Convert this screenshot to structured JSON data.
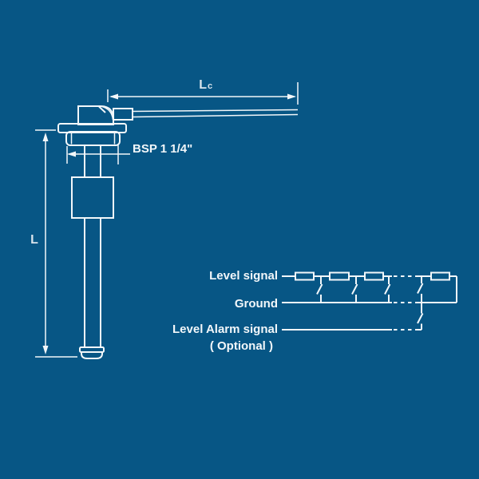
{
  "colors": {
    "background": "#075685",
    "line": "#f2f7fa",
    "dim_text": "#d9e4ec"
  },
  "labels": {
    "length_dim": "L",
    "cable_dim_main": "L",
    "cable_dim_sub": "c",
    "thread": "BSP 1 1/4\"",
    "level_signal": "Level signal",
    "ground": "Ground",
    "alarm": "Level Alarm signal",
    "alarm_note": "( Optional )"
  }
}
